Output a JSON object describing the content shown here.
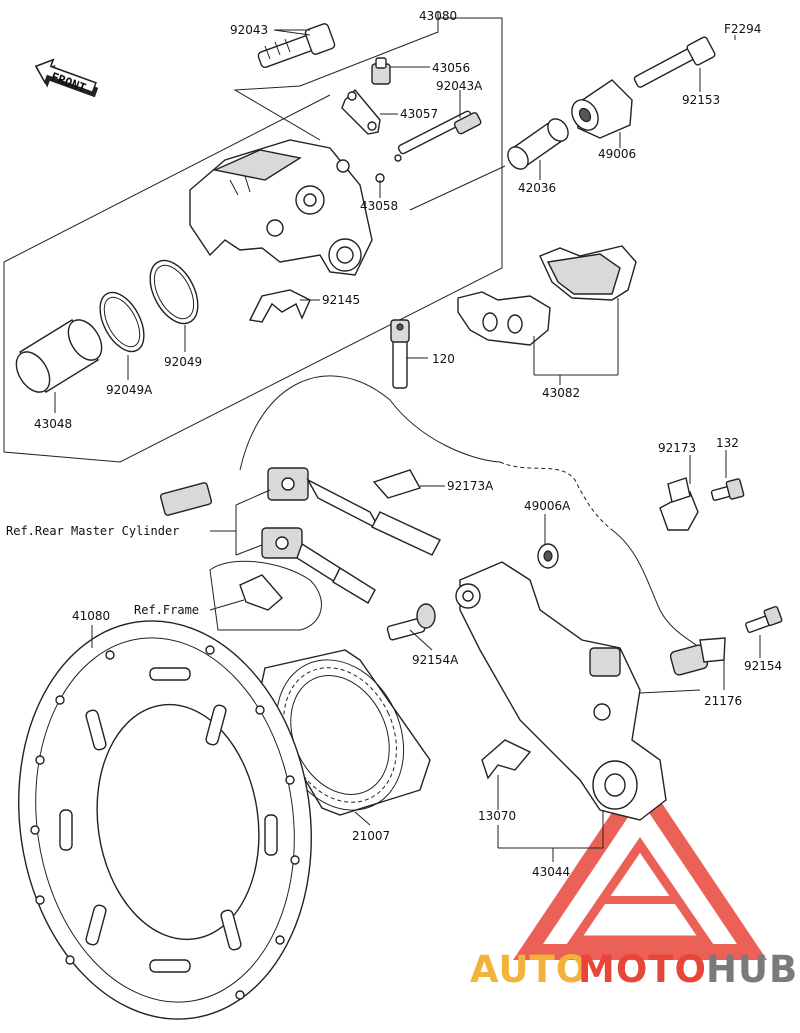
{
  "figure_code": "F2294",
  "front_label": "FRONT",
  "ref_master_cylinder": "Ref.Rear Master Cylinder",
  "ref_frame": "Ref.Frame",
  "parts": {
    "p92043": "92043",
    "p43080": "43080",
    "p43056": "43056",
    "p92043A": "92043A",
    "p43057": "43057",
    "p43058": "43058",
    "p92153": "92153",
    "p49006": "49006",
    "p42036": "42036",
    "p92145": "92145",
    "p92049": "92049",
    "p92049A": "92049A",
    "p43048": "43048",
    "p120": "120",
    "p43082": "43082",
    "p92173A": "92173A",
    "p92173": "92173",
    "p132": "132",
    "p49006A": "49006A",
    "p41080": "41080",
    "p92154A": "92154A",
    "p92154": "92154",
    "p21176": "21176",
    "p21007": "21007",
    "p13070": "13070",
    "p43044": "43044"
  },
  "watermark": {
    "auto": "AUTO",
    "moto": "MOTO",
    "hub": "HUB",
    "colors": {
      "auto": "#f2b33d",
      "moto": "#e8463a",
      "hub": "#7a7a7a"
    }
  }
}
